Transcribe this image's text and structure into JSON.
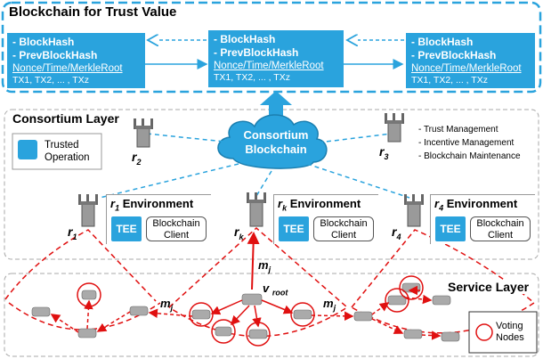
{
  "title": "Blockchain for Trust Value",
  "blocks": [
    {
      "hash": "- BlockHash",
      "prev": "- PrevBlockHash",
      "nonce": "Nonce/Time/MerkleRoot",
      "tx": "TX1, TX2, ... , TXz"
    },
    {
      "hash": "- BlockHash",
      "prev": "- PrevBlockHash",
      "nonce": "Nonce/Time/MerkleRoot",
      "tx": "TX1, TX2, ... , TXz"
    },
    {
      "hash": "- BlockHash",
      "prev": "- PrevBlockHash",
      "nonce": "Nonce/Time/MerkleRoot",
      "tx": "TX1, TX2, ... , TXz"
    }
  ],
  "consortium": {
    "title": "Consortium Layer",
    "cloud_line1": "Consortium",
    "cloud_line2": "Blockchain",
    "legend_trusted": "Trusted Operation",
    "r2": "r",
    "r2_sub": "2",
    "r3": "r",
    "r3_sub": "3",
    "functions": [
      "Trust Management",
      "Incentive Management",
      "Blockchain Maintenance"
    ]
  },
  "environments": [
    {
      "r": "r",
      "sub": "1",
      "title_suffix": " Environment",
      "tee": "TEE",
      "client1": "Blockchain",
      "client2": "Client"
    },
    {
      "r": "r",
      "sub": "k",
      "title_suffix": " Environment",
      "tee": "TEE",
      "client1": "Blockchain",
      "client2": "Client"
    },
    {
      "r": "r",
      "sub": "4",
      "title_suffix": " Environment",
      "tee": "TEE",
      "client1": "Blockchain",
      "client2": "Client"
    }
  ],
  "rsu_labels": [
    {
      "r": "r",
      "sub": "1"
    },
    {
      "r": "r",
      "sub": "k"
    },
    {
      "r": "r",
      "sub": "4"
    }
  ],
  "service": {
    "title": "Service Layer",
    "mj": "m",
    "mj_sub": "j",
    "vroot": "v",
    "vroot_sub": "root",
    "voting_line1": "Voting",
    "voting_line2": "Nodes"
  },
  "colors": {
    "accent": "#2aa3dd",
    "red": "#e01010",
    "dash": "#2aa3dd"
  }
}
